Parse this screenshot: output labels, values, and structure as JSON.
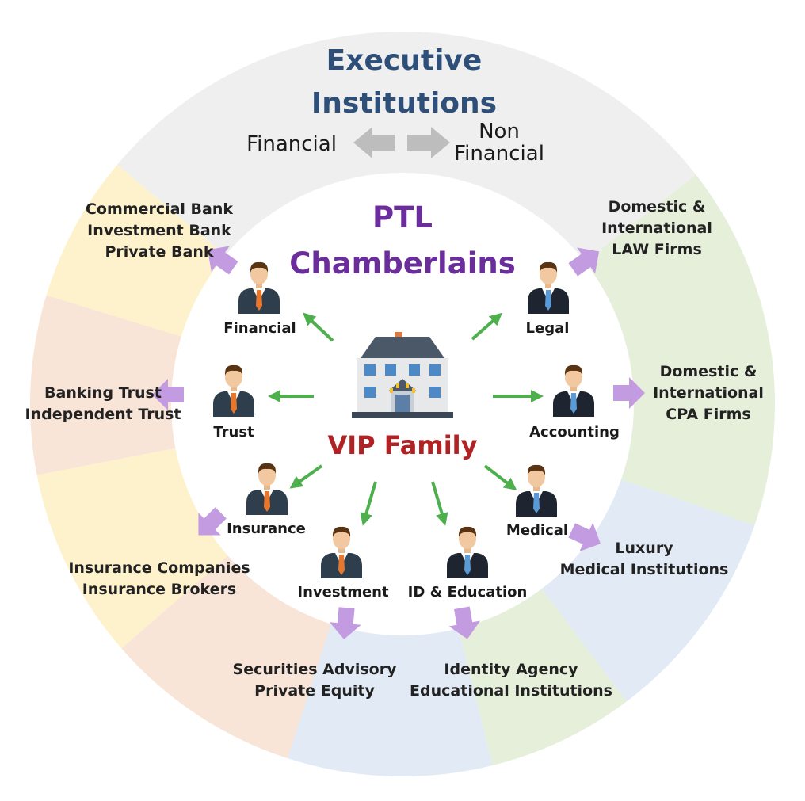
{
  "header": {
    "title_lines": [
      "Executive",
      "Institutions"
    ],
    "left_label": "Financial",
    "right_label_lines": [
      "Non",
      "Financial"
    ]
  },
  "center": {
    "title_lines": [
      "PTL",
      "Chamberlains"
    ],
    "family_label": "VIP Family",
    "building_icon": "mansion-icon"
  },
  "roles": {
    "financial": "Financial",
    "trust": "Trust",
    "insurance": "Insurance",
    "investment": "Investment",
    "education": "ID & Education",
    "medical": "Medical",
    "accounting": "Accounting",
    "legal": "Legal"
  },
  "institutions": {
    "banks": [
      "Commercial Bank",
      "Investment Bank",
      "Private Bank"
    ],
    "trusts": [
      "Banking Trust",
      "Independent Trust"
    ],
    "insurance": [
      "Insurance Companies",
      "Insurance Brokers"
    ],
    "securities": [
      "Securities Advisory",
      "Private Equity"
    ],
    "identity": [
      "Identity Agency",
      "Educational Institutions"
    ],
    "medical": [
      "Luxury",
      "Medical Institutions"
    ],
    "cpa": [
      "Domestic &",
      "International",
      "CPA Firms"
    ],
    "law": [
      "Domestic &",
      "International",
      "LAW Firms"
    ]
  },
  "colors": {
    "exec_segment": "#efefef",
    "yellow_segment": "#fdf2cc",
    "peach_segment": "#f8e5d8",
    "blue_segment": "#e1eaf5",
    "green_segment": "#e5efd9",
    "purple_arrow": "#c39be0",
    "green_arrow": "#4db04d",
    "gray_arrow": "#bdbdbd"
  }
}
